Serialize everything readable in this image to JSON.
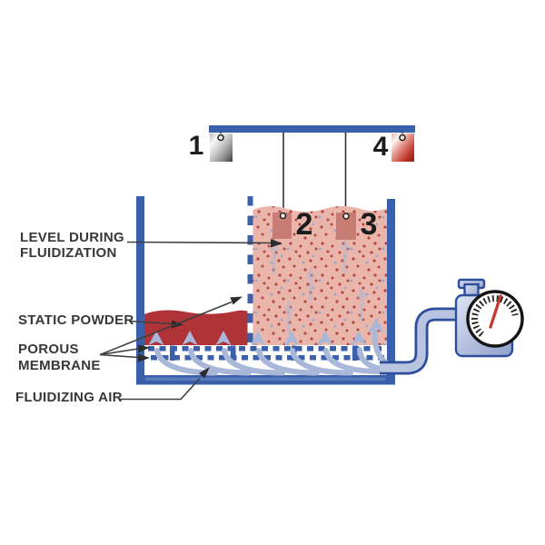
{
  "labels": {
    "level": "LEVEL DURING\nFLUIDIZATION",
    "static_powder": "STATIC POWDER",
    "porous_membrane": "POROUS\nMEMBRANE",
    "fluidizing_air": "FLUIDIZING AIR"
  },
  "markers": {
    "sample1": "1",
    "sample2": "2",
    "sample3": "3",
    "sample4": "4"
  },
  "colors": {
    "structure_blue": "#3a60ab",
    "outline_blue": "#2e4d9b",
    "light_blue": "#b9c4e0",
    "air_blue": "#a9b7d8",
    "static_red": "#b03338",
    "powder_pink": "#eab6ac",
    "dot_red": "#b6473f",
    "dot_blue": "#9aa8cb",
    "sample_box": "#c87d74",
    "needle_red": "#c23b2e",
    "text_color": "#383838"
  }
}
